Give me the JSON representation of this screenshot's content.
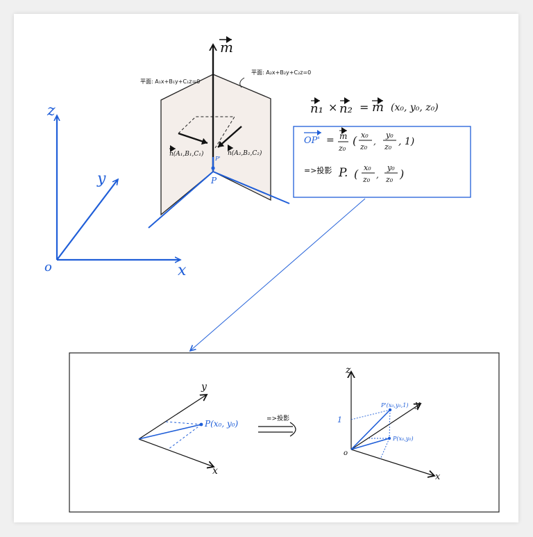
{
  "colors": {
    "ink": "#111111",
    "accent": "#1f5ed8",
    "plane_fill": "#f4eeea",
    "dotted": "#1f5ed8"
  },
  "axes_3d": {
    "z": "z",
    "y": "y",
    "x": "x",
    "origin": "o"
  },
  "normal_label": "m",
  "plane_left_label": "平面: A₁x+B₁y+C₁z=0",
  "plane_right_label": "平面: A₂x+B₂y+C₂z=0",
  "normal1_label": "n(A₁,B₁,C₁)",
  "normal2_label": "n(A₂,B₂,C₂)",
  "point_p": "P",
  "point_p_prime": "P'",
  "cross_product": {
    "lhs_a": "n₁",
    "times": "×",
    "lhs_b": "n₂",
    "equals": "=",
    "rhs": "m",
    "coords": "(x₀, y₀, z₀)"
  },
  "box": {
    "op_label": "OP'",
    "eq1_rhs_vec": "m",
    "eq1_denominator": "z₀",
    "eq1_tuple_open": "(",
    "eq1_x_num": "x₀",
    "eq1_x_den": "z₀",
    "eq1_y_num": "y₀",
    "eq1_y_den": "z₀",
    "eq1_tail": ", 1)",
    "eq2_prefix": "=>投影",
    "eq2_point": "P.",
    "eq2_x_num": "x₀",
    "eq2_x_den": "z₀",
    "eq2_y_num": "y₀",
    "eq2_y_den": "z₀"
  },
  "bottom": {
    "left_y": "y",
    "left_x": "x",
    "left_point": "P(x₀, y₀)",
    "arrow_label": "=>投影",
    "right_z": "z",
    "right_y": "y",
    "right_x": "x",
    "right_origin": "o",
    "right_one": "1",
    "right_p_prime": "P'(x₀,y₀,1)",
    "right_p": "P(x₀,y₀)"
  }
}
